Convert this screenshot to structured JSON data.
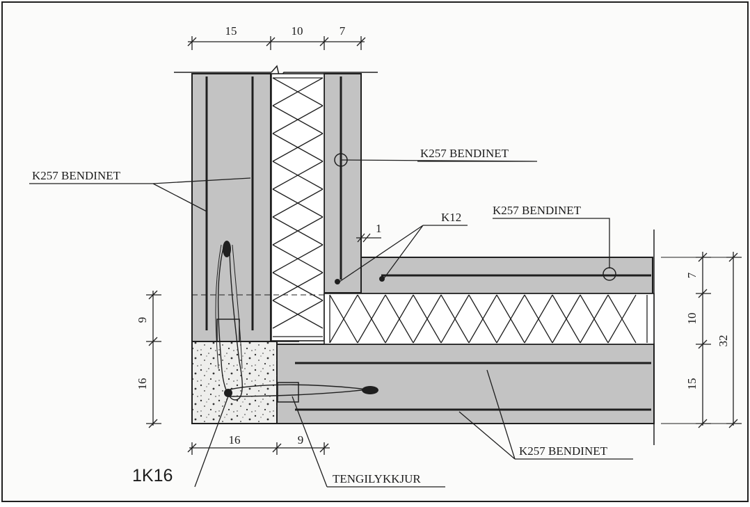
{
  "labels": {
    "bendinet_left": "K257 BENDINET",
    "bendinet_top_right": "K257 BENDINET",
    "bendinet_slab": "K257 BENDINET",
    "bendinet_bottom": "K257 BENDINET",
    "k12": "K12",
    "k16": "1K16",
    "tengilykkjur": "TENGILYKKJUR"
  },
  "dimensions": {
    "top": [
      "15",
      "10",
      "7"
    ],
    "small_gap": "1",
    "left_vertical": [
      "9",
      "16"
    ],
    "bottom_horizontal": [
      "16",
      "9"
    ],
    "right_vertical": [
      "7",
      "10",
      "15"
    ],
    "right_total": "32"
  },
  "colors": {
    "concrete": "#c3c3c3",
    "cast_concrete": "#eeeeec",
    "line": "#1f1f1f",
    "paper": "#fbfbfa"
  }
}
